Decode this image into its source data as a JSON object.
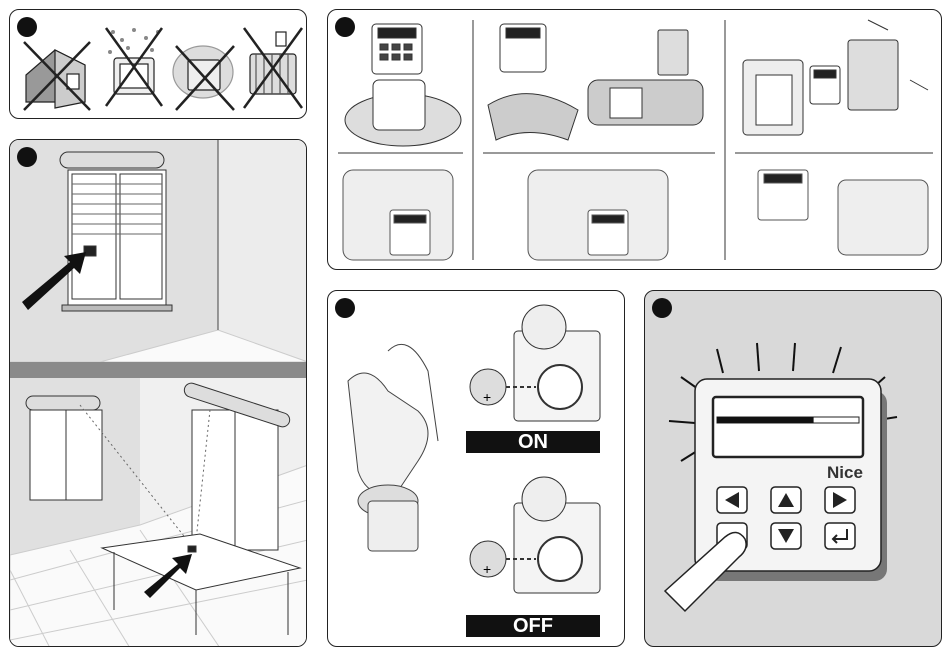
{
  "panels": {
    "battery": {
      "on_label": "ON",
      "off_label": "OFF",
      "plus_symbol": "+"
    },
    "keypad": {
      "brand": "Nice",
      "progress_fraction": 0.68
    }
  },
  "colors": {
    "ink": "#111111",
    "panel_gray": "#d9d9d9",
    "wall_gray": "#e3e3e3",
    "floor_gray": "#8a8a8a"
  },
  "icons": [
    "house-crossed-icon",
    "rain-crossed-icon",
    "fog-crossed-icon",
    "radiator-crossed-icon",
    "arrow-icon",
    "left-arrow-key",
    "up-arrow-key",
    "right-arrow-key",
    "down-arrow-key",
    "enter-key"
  ]
}
